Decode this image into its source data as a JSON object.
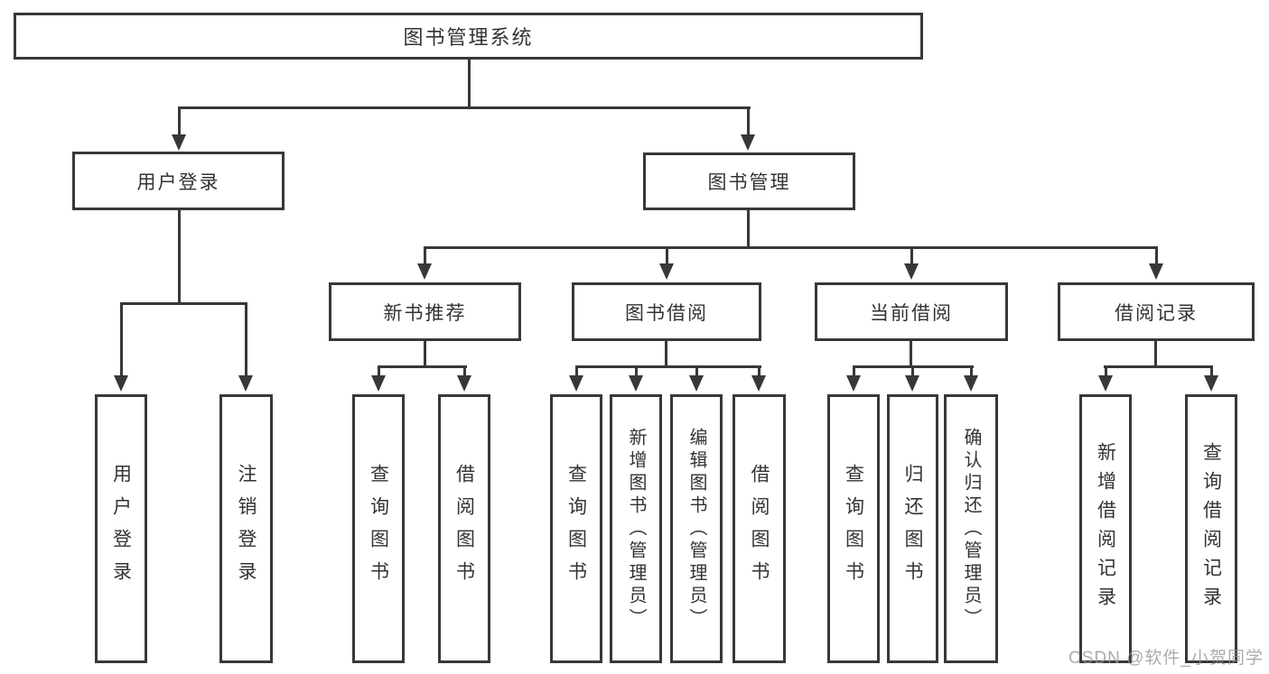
{
  "diagram": {
    "root": {
      "label": "图书管理系统"
    },
    "level2": [
      {
        "label": "用户登录"
      },
      {
        "label": "图书管理"
      }
    ],
    "level3": [
      {
        "label": "新书推荐"
      },
      {
        "label": "图书借阅"
      },
      {
        "label": "当前借阅"
      },
      {
        "label": "借阅记录"
      }
    ],
    "leaves": [
      {
        "label": "用户登录"
      },
      {
        "label": "注销登录"
      },
      {
        "label": "查询图书"
      },
      {
        "label": "借阅图书"
      },
      {
        "label": "查询图书"
      },
      {
        "label": "新增图书（管理员）"
      },
      {
        "label": "编辑图书（管理员）"
      },
      {
        "label": "借阅图书"
      },
      {
        "label": "查询图书"
      },
      {
        "label": "归还图书"
      },
      {
        "label": "确认归还（管理员）"
      },
      {
        "label": "新增借阅记录"
      },
      {
        "label": "查询借阅记录"
      }
    ],
    "colors": {
      "line": "#383838",
      "text": "#333333",
      "background": "#ffffff",
      "watermark": "#949494"
    }
  },
  "watermark": {
    "text": "CSDN @软件_小贺同学"
  }
}
